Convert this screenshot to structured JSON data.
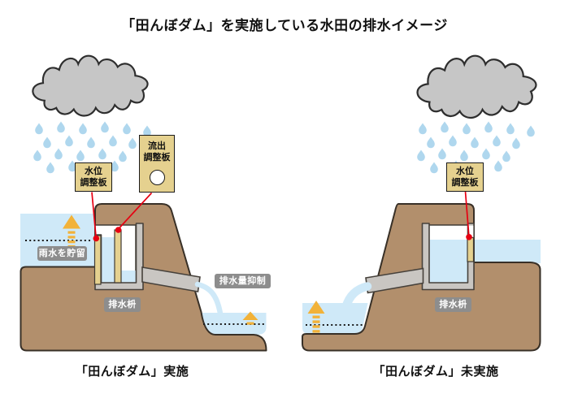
{
  "title": "「田んぼダム」を実施している水田の排水イメージ",
  "left": {
    "caption": "「田んぼダム」実施",
    "water_level_plate_label": {
      "line1": "水位",
      "line2": "調整板"
    },
    "outflow_plate_label": {
      "line1": "流出",
      "line2": "調整板"
    },
    "store_rainwater_label": "雨水を貯留",
    "suppress_drainage_label": "排水量抑制",
    "drain_box_label": "排水枡"
  },
  "right": {
    "caption": "「田んぼダム」未実施",
    "water_level_plate_label": {
      "line1": "水位",
      "line2": "調整板"
    },
    "drain_box_label": "排水枡"
  },
  "colors": {
    "water": "#cfe9f8",
    "rain_drop": "#afd7ee",
    "soil": "#b28f6c",
    "cloud": "#c6c6c6",
    "concrete": "#c9c6c2",
    "plate_tan": "#e5d18f",
    "label_gray": "#8d8d8d",
    "leader_red": "#e60012",
    "arrow_yellow": "#f2b239"
  }
}
